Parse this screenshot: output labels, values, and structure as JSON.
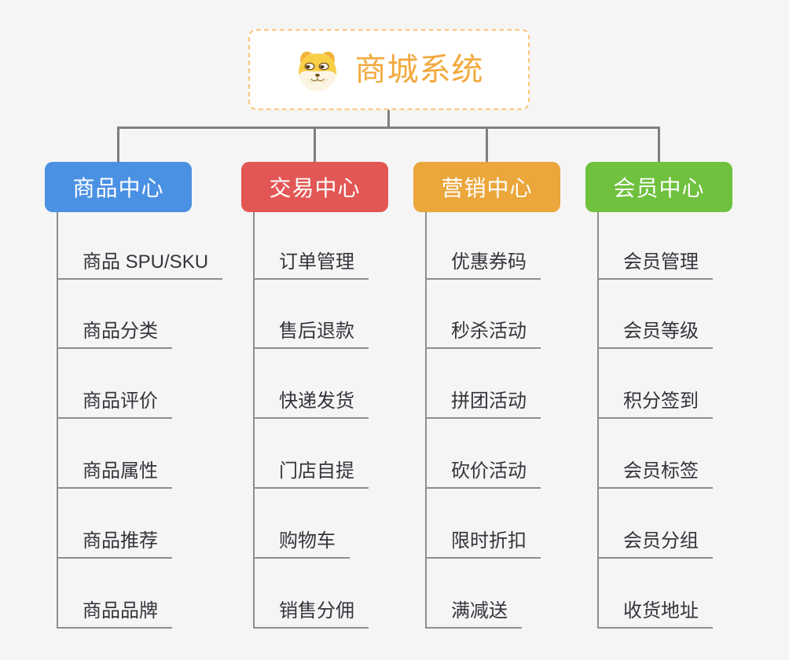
{
  "canvas": {
    "background": "#f5f5f5",
    "connector_color": "#7F7F7F",
    "line_color": "#8E8E8E"
  },
  "root": {
    "title": "商城系统",
    "text_color": "#F2A93D",
    "border_color": "#F6C87E",
    "fill_color": "#ffffff",
    "icon": "dog-face-icon"
  },
  "leaf_text_color": "#33353B",
  "branches": [
    {
      "label": "商品中心",
      "color": "#4B91E3",
      "children": [
        "商品 SPU/SKU",
        "商品分类",
        "商品评价",
        "商品属性",
        "商品推荐",
        "商品品牌"
      ]
    },
    {
      "label": "交易中心",
      "color": "#E25754",
      "children": [
        "订单管理",
        "售后退款",
        "快递发货",
        "门店自提",
        "购物车",
        "销售分佣"
      ]
    },
    {
      "label": "营销中心",
      "color": "#EBA63C",
      "children": [
        "优惠券码",
        "秒杀活动",
        "拼团活动",
        "砍价活动",
        "限时折扣",
        "满减送"
      ]
    },
    {
      "label": "会员中心",
      "color": "#6FC13E",
      "children": [
        "会员管理",
        "会员等级",
        "积分签到",
        "会员标签",
        "会员分组",
        "收货地址"
      ]
    }
  ]
}
